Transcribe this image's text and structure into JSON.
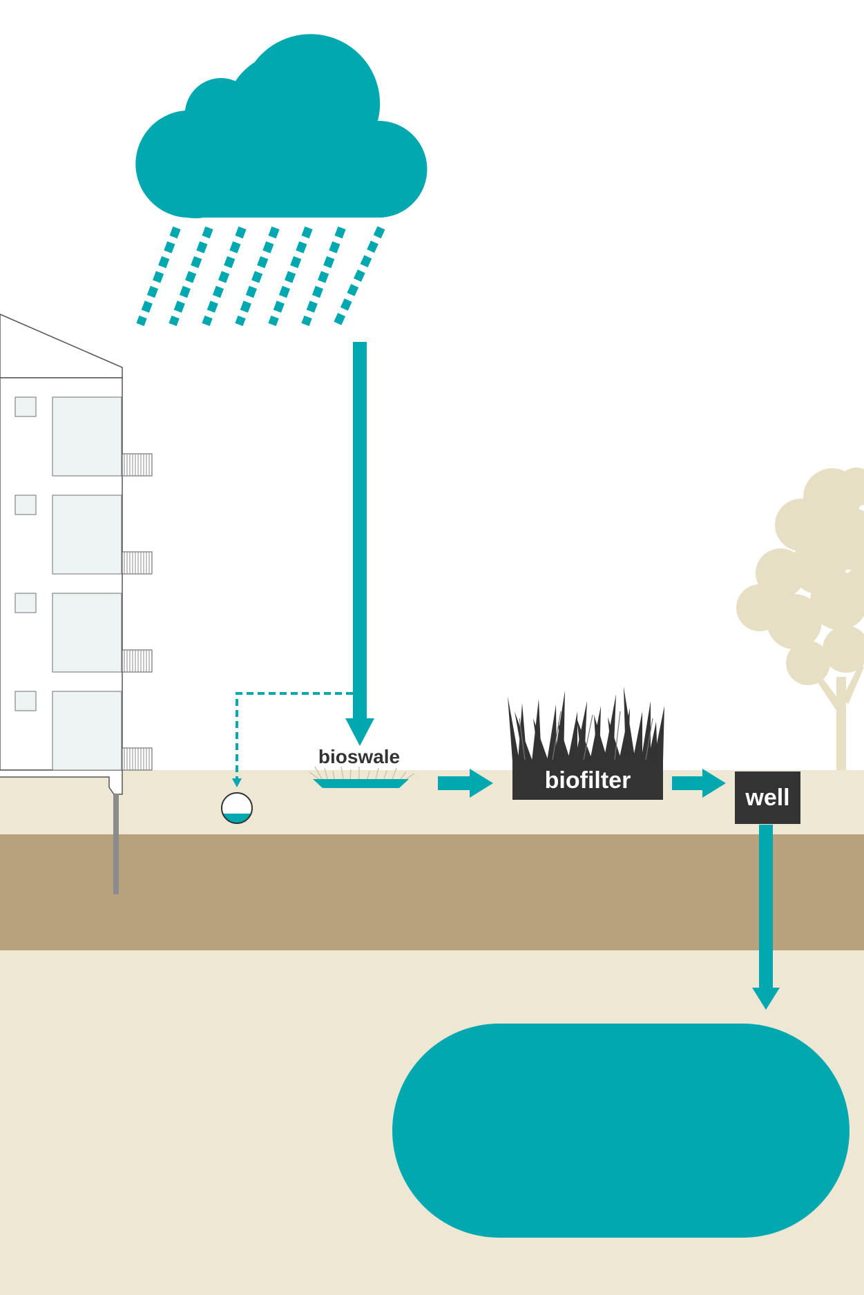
{
  "labels": {
    "bioswale": "bioswale",
    "biofilter": "biofilter",
    "well": "well"
  },
  "colors": {
    "water": "#02a8b0",
    "topsoil": "#ede7d4",
    "soil_band": "#b6a27d",
    "label_box": "#333333",
    "tree": "#e6dfc4",
    "building_glass": "#eef4f3",
    "grass": "#333333"
  },
  "icons": {
    "cloud": "rain-cloud-icon",
    "tree": "tree-icon",
    "grass": "grass-icon",
    "pipe": "pipe-icon"
  }
}
